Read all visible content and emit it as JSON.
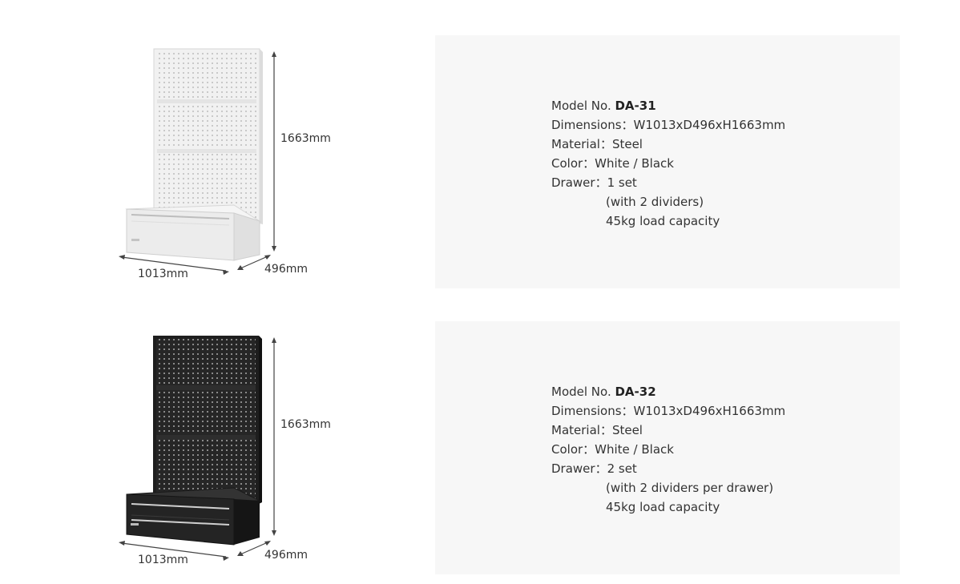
{
  "products": [
    {
      "variant": "white",
      "dimensions_labels": {
        "height": "1663mm",
        "width": "1013mm",
        "depth": "496mm"
      },
      "specs": {
        "model_prefix": "Model No. ",
        "model_code": "DA-31",
        "dimensions": "Dimensions：W1013xD496xH1663mm",
        "material": "Material：Steel",
        "color": "Color：White / Black",
        "drawer": "Drawer：1 set",
        "drawer_note_1": "(with 2 dividers)",
        "drawer_note_2": "45kg load capacity"
      }
    },
    {
      "variant": "black",
      "dimensions_labels": {
        "height": "1663mm",
        "width": "1013mm",
        "depth": "496mm"
      },
      "specs": {
        "model_prefix": "Model No. ",
        "model_code": "DA-32",
        "dimensions": "Dimensions：W1013xD496xH1663mm",
        "material": "Material：Steel",
        "color": "Color：White / Black",
        "drawer": "Drawer：2 set",
        "drawer_note_1": "(with 2 dividers per drawer)",
        "drawer_note_2": "45kg load capacity"
      }
    }
  ],
  "colors": {
    "panel_background": "#f7f7f7",
    "white_cabinet": "#ececec",
    "black_cabinet": "#222222",
    "text": "#333333"
  }
}
